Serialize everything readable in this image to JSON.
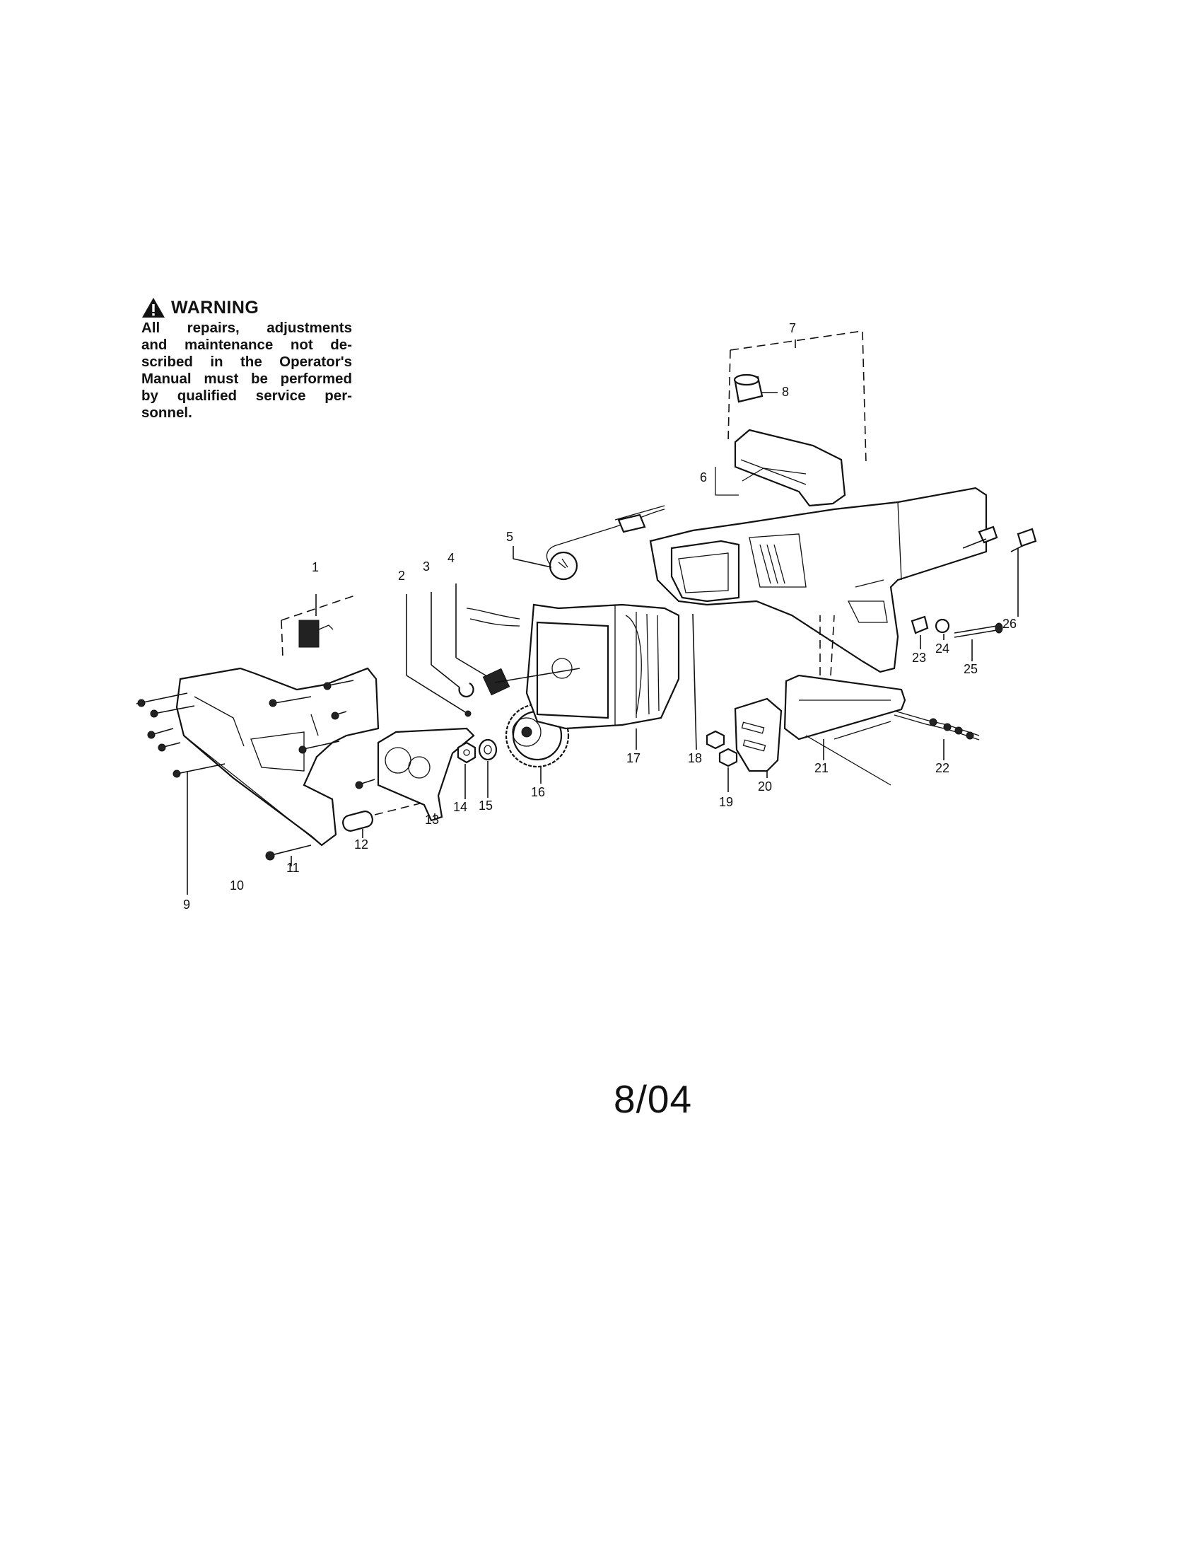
{
  "warning": {
    "title": "WARNING",
    "lines": [
      "All repairs, adjustments",
      "and maintenance not de-",
      "scribed in the Operator's",
      "Manual must be performed",
      "by qualified service per-",
      "sonnel."
    ]
  },
  "footer_date": "8/04",
  "callouts": [
    "1",
    "2",
    "3",
    "4",
    "5",
    "6",
    "7",
    "8",
    "9",
    "10",
    "11",
    "12",
    "13",
    "14",
    "15",
    "16",
    "17",
    "18",
    "19",
    "20",
    "21",
    "22",
    "23",
    "24",
    "25",
    "26"
  ]
}
